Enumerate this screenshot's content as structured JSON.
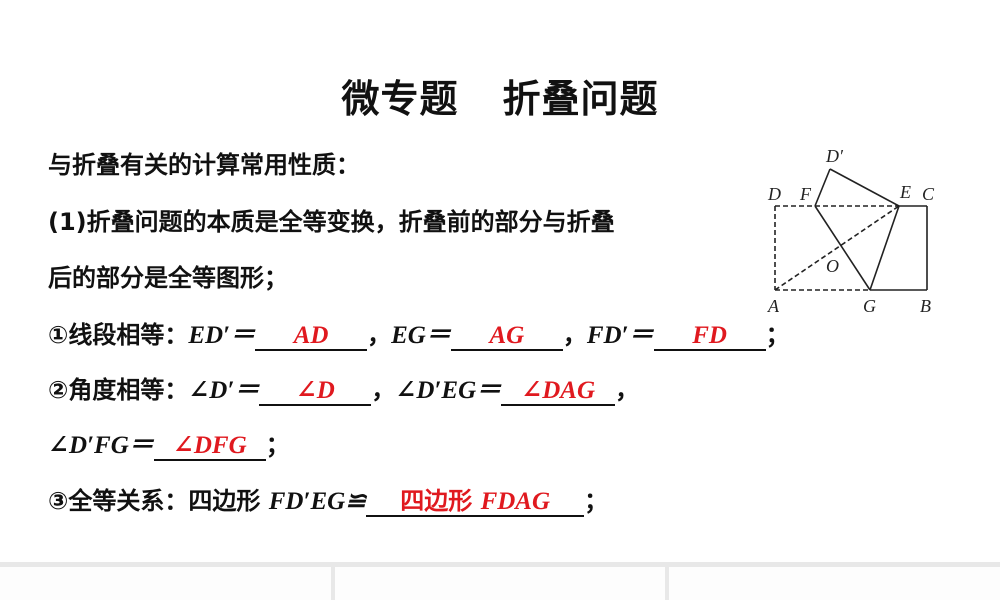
{
  "title": {
    "part1": "微专题",
    "part2": "折叠问题"
  },
  "intro": "与折叠有关的计算常用性质：",
  "property1": {
    "line1": "(1)折叠问题的本质是全等变换，折叠前的部分与折叠",
    "line2": "后的部分是全等图形；"
  },
  "item1": {
    "label": "①线段相等：",
    "eq1_lhs": "ED′＝",
    "eq1_ans": "AD",
    "sep1": "，",
    "eq2_lhs": "EG＝",
    "eq2_ans": "AG",
    "sep2": "，",
    "eq3_lhs": "FD′＝",
    "eq3_ans": "FD",
    "end": "；"
  },
  "item2": {
    "label": "②角度相等：",
    "eq1_lhs": "∠D′＝",
    "eq1_ans": "∠D",
    "sep1": "，",
    "eq2_lhs": "∠D′EG＝",
    "eq2_ans": "∠DAG",
    "sep2": "，",
    "eq3_lhs": "∠D′FG＝",
    "eq3_ans": "∠DFG",
    "end": "；"
  },
  "item3": {
    "label": "③全等关系：四边形 ",
    "lhs": "FD′EG≌",
    "ans_cn": "四边形 ",
    "ans_m": "FDAG",
    "end": "；"
  },
  "figure": {
    "labels": {
      "D_prime": "D′",
      "D": "D",
      "F": "F",
      "E": "E",
      "C": "C",
      "O": "O",
      "A": "A",
      "G": "G",
      "B": "B"
    }
  },
  "colors": {
    "answer": "#e0191f",
    "text": "#111111",
    "strip": "#e8e8e8"
  }
}
